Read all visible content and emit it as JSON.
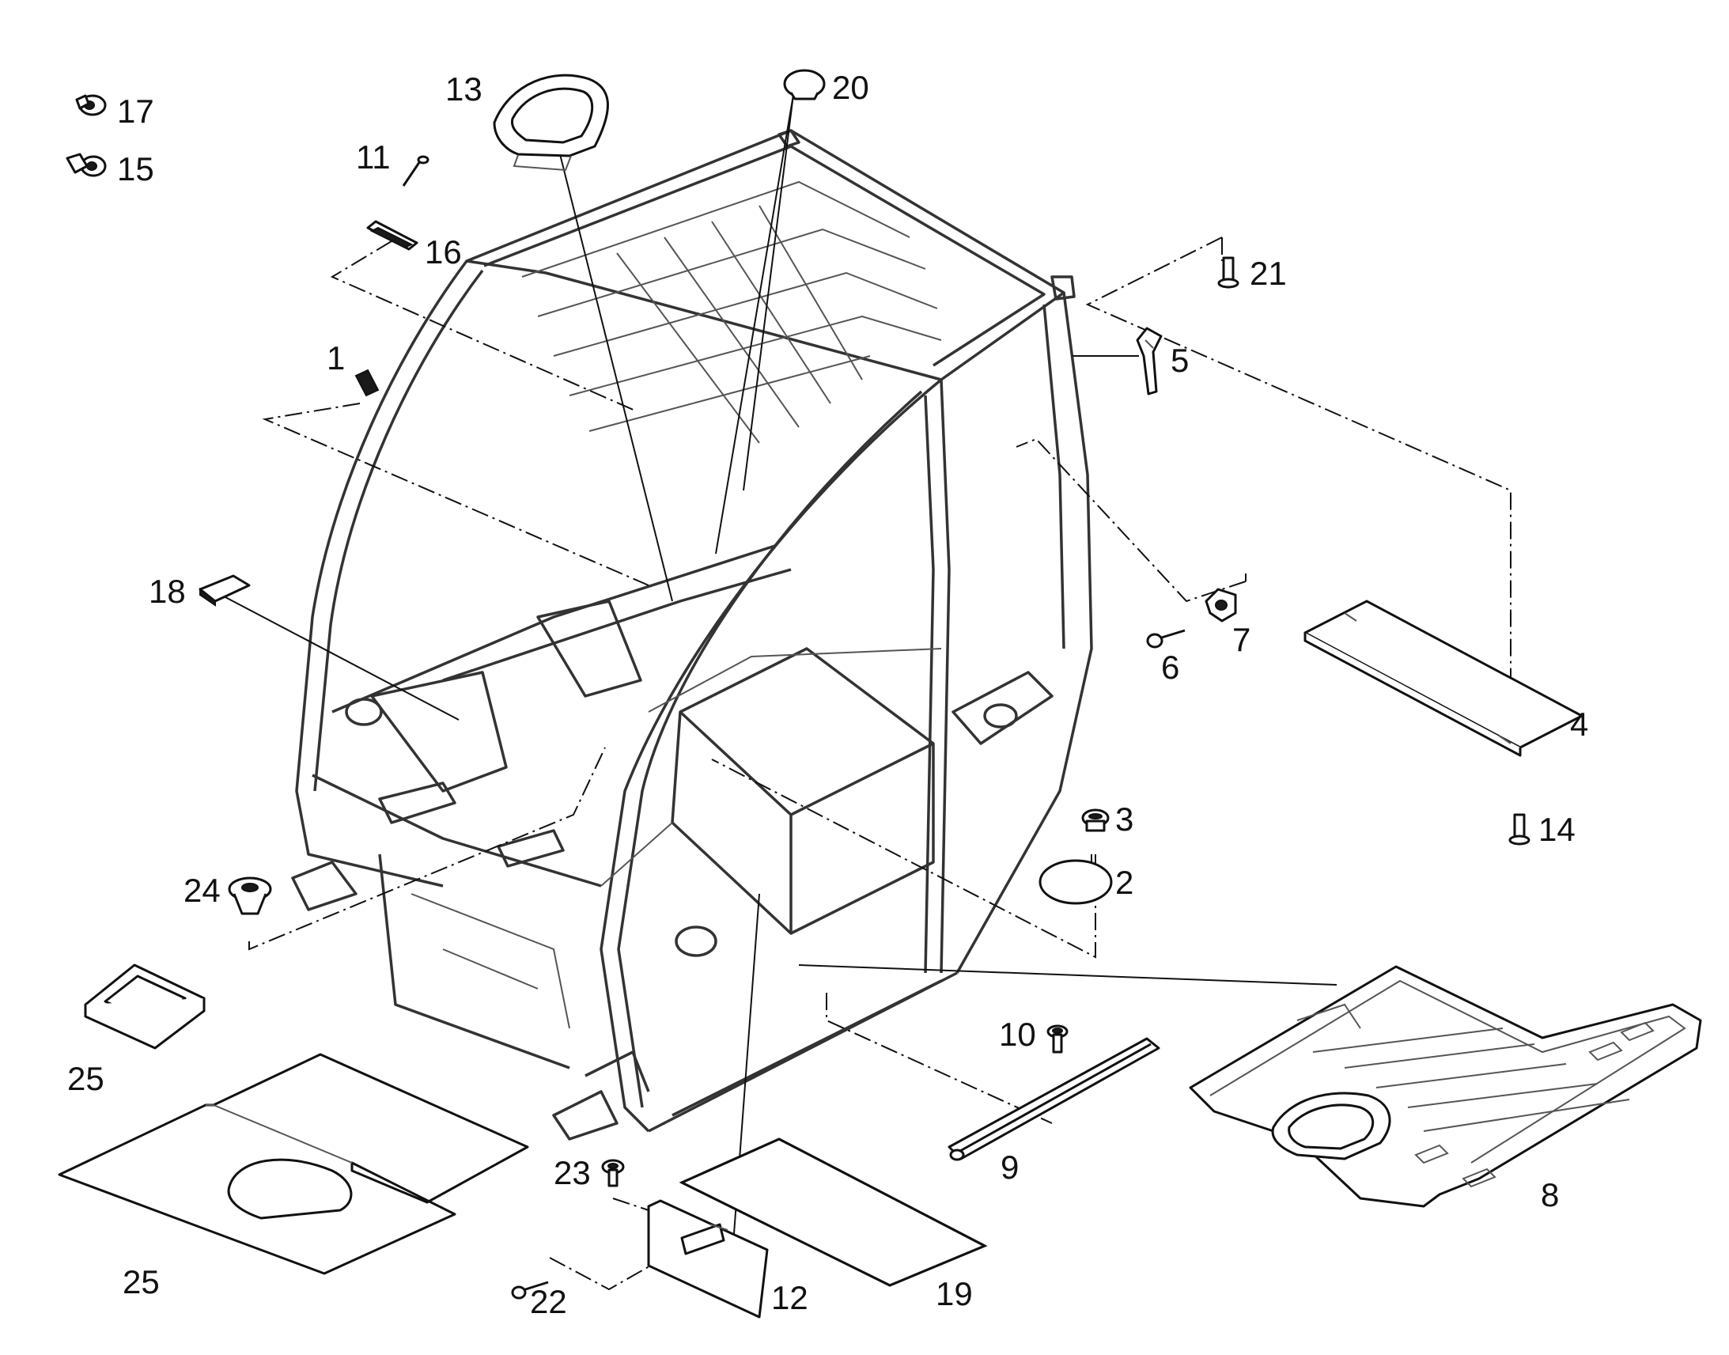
{
  "diagram": {
    "type": "exploded-parts-view",
    "callouts": [
      {
        "id": "c1",
        "label": "1"
      },
      {
        "id": "c2",
        "label": "2"
      },
      {
        "id": "c3",
        "label": "3"
      },
      {
        "id": "c4",
        "label": "4"
      },
      {
        "id": "c5",
        "label": "5"
      },
      {
        "id": "c6",
        "label": "6"
      },
      {
        "id": "c7",
        "label": "7"
      },
      {
        "id": "c8",
        "label": "8"
      },
      {
        "id": "c9",
        "label": "9"
      },
      {
        "id": "c10",
        "label": "10"
      },
      {
        "id": "c11",
        "label": "11"
      },
      {
        "id": "c12",
        "label": "12"
      },
      {
        "id": "c13",
        "label": "13"
      },
      {
        "id": "c14",
        "label": "14"
      },
      {
        "id": "c15",
        "label": "15"
      },
      {
        "id": "c16",
        "label": "16"
      },
      {
        "id": "c17",
        "label": "17"
      },
      {
        "id": "c18",
        "label": "18"
      },
      {
        "id": "c19",
        "label": "19"
      },
      {
        "id": "c20",
        "label": "20"
      },
      {
        "id": "c21",
        "label": "21"
      },
      {
        "id": "c22",
        "label": "22"
      },
      {
        "id": "c23",
        "label": "23"
      },
      {
        "id": "c24",
        "label": "24"
      },
      {
        "id": "c25a",
        "label": "25"
      },
      {
        "id": "c25b",
        "label": "25"
      }
    ]
  }
}
